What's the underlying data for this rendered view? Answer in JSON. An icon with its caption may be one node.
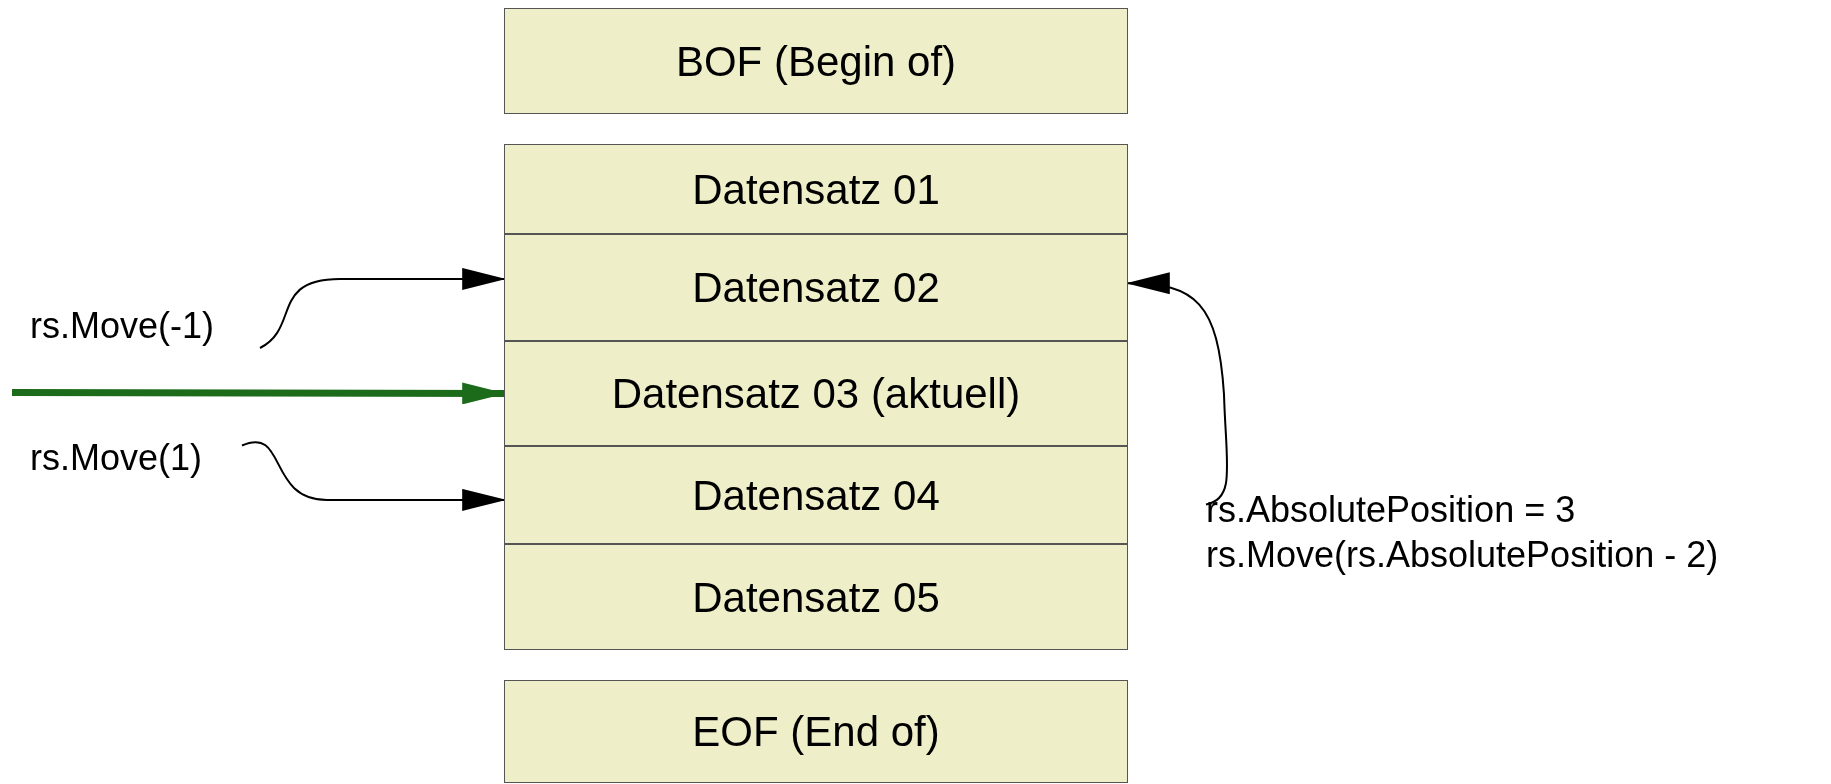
{
  "diagram": {
    "nodes": [
      {
        "text": [
          "BOF (Begin of)"
        ]
      },
      {
        "text": [
          "Datensatz 01"
        ]
      },
      {
        "text": [
          "Datensatz 02"
        ]
      },
      {
        "text": [
          "Datensatz 03 (aktuell)"
        ]
      },
      {
        "text": [
          "Datensatz 04"
        ]
      },
      {
        "text": [
          "Datensatz 05"
        ]
      },
      {
        "text": [
          "EOF (End of)"
        ]
      },
      {
        "text": [
          "rs.Move(-1)"
        ]
      },
      {
        "text": [
          "rs.Move(1)"
        ]
      },
      {
        "text": [
          "rs.AbsolutePosition = 3",
          "rs.Move(rs.AbsolutePosition - 2)"
        ]
      }
    ],
    "edges": [
      {
        "from": 7,
        "to": 2,
        "arrow": "to"
      },
      {
        "from": null,
        "to": 3,
        "arrow": "to",
        "style": "thick",
        "color": "#1b6b1b"
      },
      {
        "from": 8,
        "to": 4,
        "arrow": "to"
      },
      {
        "from": 9,
        "to": 2,
        "arrow": "to"
      }
    ]
  }
}
